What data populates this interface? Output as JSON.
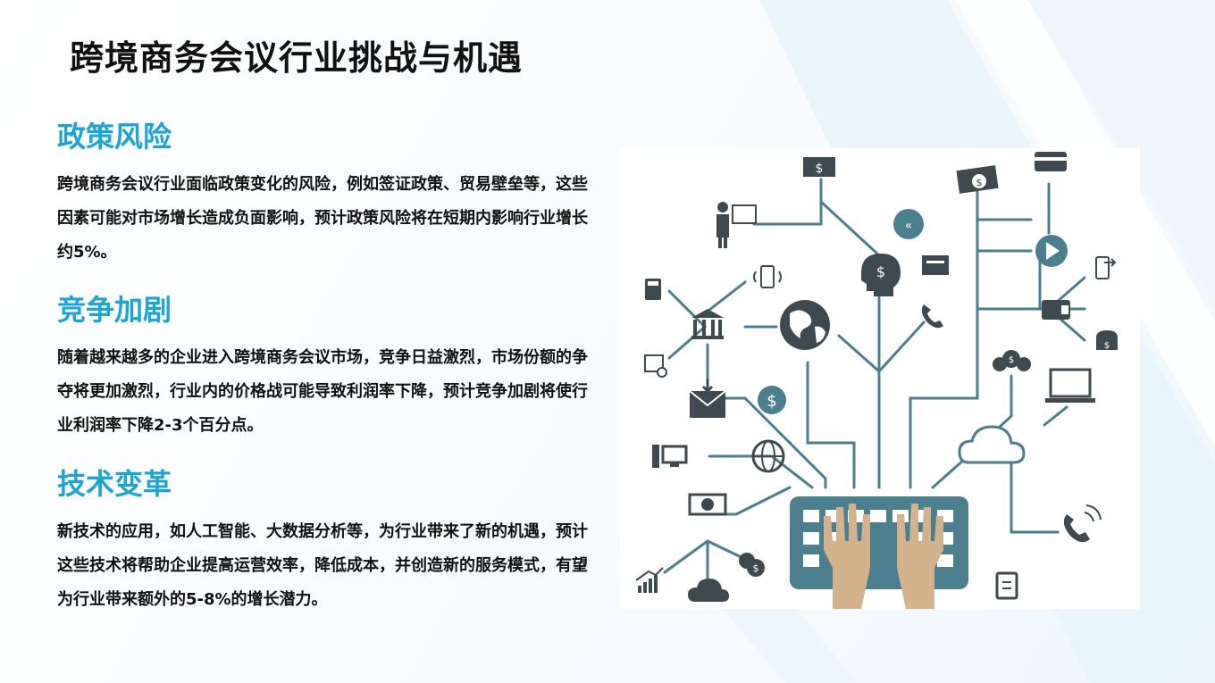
{
  "title": "跨境商务会议行业挑战与机遇",
  "sections": [
    {
      "heading": "政策风险",
      "body": "跨境商务会议行业面临政策变化的风险，例如签证政策、贸易壁垒等，这些因素可能对市场增长造成负面影响，预计政策风险将在短期内影响行业增长约5%。"
    },
    {
      "heading": "竞争加剧",
      "body": "随着越来越多的企业进入跨境商务会议市场，竞争日益激烈，市场份额的争夺将更加激烈，行业内的价格战可能导致利润率下降，预计竞争加剧将使行业利润率下降2-3个百分点。"
    },
    {
      "heading": "技术变革",
      "body": "新技术的应用，如人工智能、大数据分析等，为行业带来了新的机遇，预计这些技术将帮助企业提高运营效率，降低成本，并创造新的服务模式，有望为行业带来额外的5-8%的增长潜力。"
    }
  ],
  "illustration": {
    "colors": {
      "line": "#4a7f8f",
      "icon": "#3f4a50",
      "hands": "#d4b38c",
      "keyboard": "#4a7f8f"
    },
    "icons": [
      "money-icon",
      "cash-stack-icon",
      "credit-card-icon",
      "presenter-icon",
      "rewind-icon",
      "play-icon",
      "folder-icon",
      "head-dollar-icon",
      "phone-export-icon",
      "calculator-icon",
      "smartphone-icon",
      "bank-icon",
      "globe-icon",
      "phone-icon",
      "wallet-icon",
      "coin-purse-icon",
      "calendar-icon",
      "money-bags-icon",
      "envelope-icon",
      "dollar-coin-icon",
      "laptop-icon",
      "desktop-icon",
      "network-globe-icon",
      "cloud-icon",
      "banknote-icon",
      "ringing-phone-icon",
      "coins-icon",
      "chart-icon",
      "cloud-upload-icon",
      "clipboard-icon",
      "keyboard-icon",
      "hands-icon"
    ]
  }
}
